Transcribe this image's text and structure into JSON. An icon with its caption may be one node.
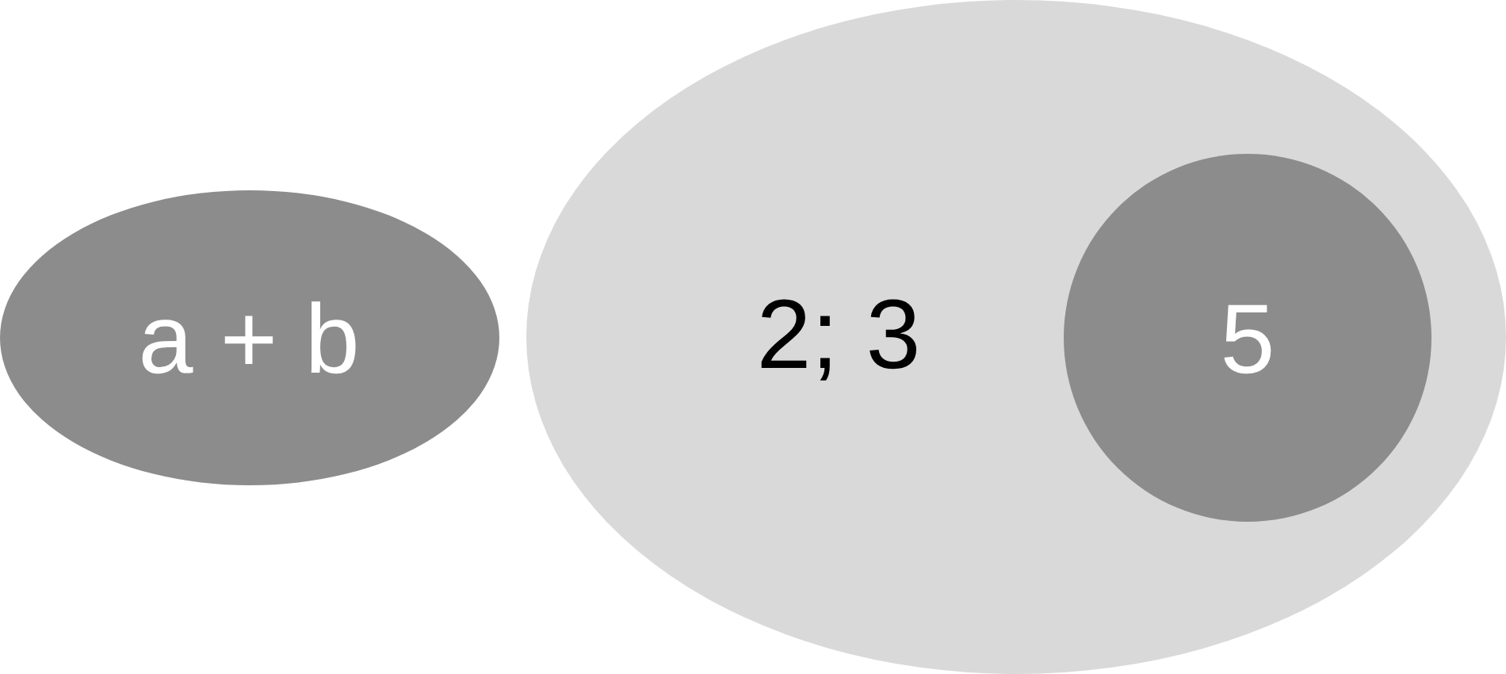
{
  "diagram": {
    "nodes": [
      {
        "text": [
          "a + b"
        ]
      },
      {
        "text": [
          "2; 3"
        ]
      },
      {
        "text": [
          "5"
        ],
        "in": 1
      }
    ]
  }
}
